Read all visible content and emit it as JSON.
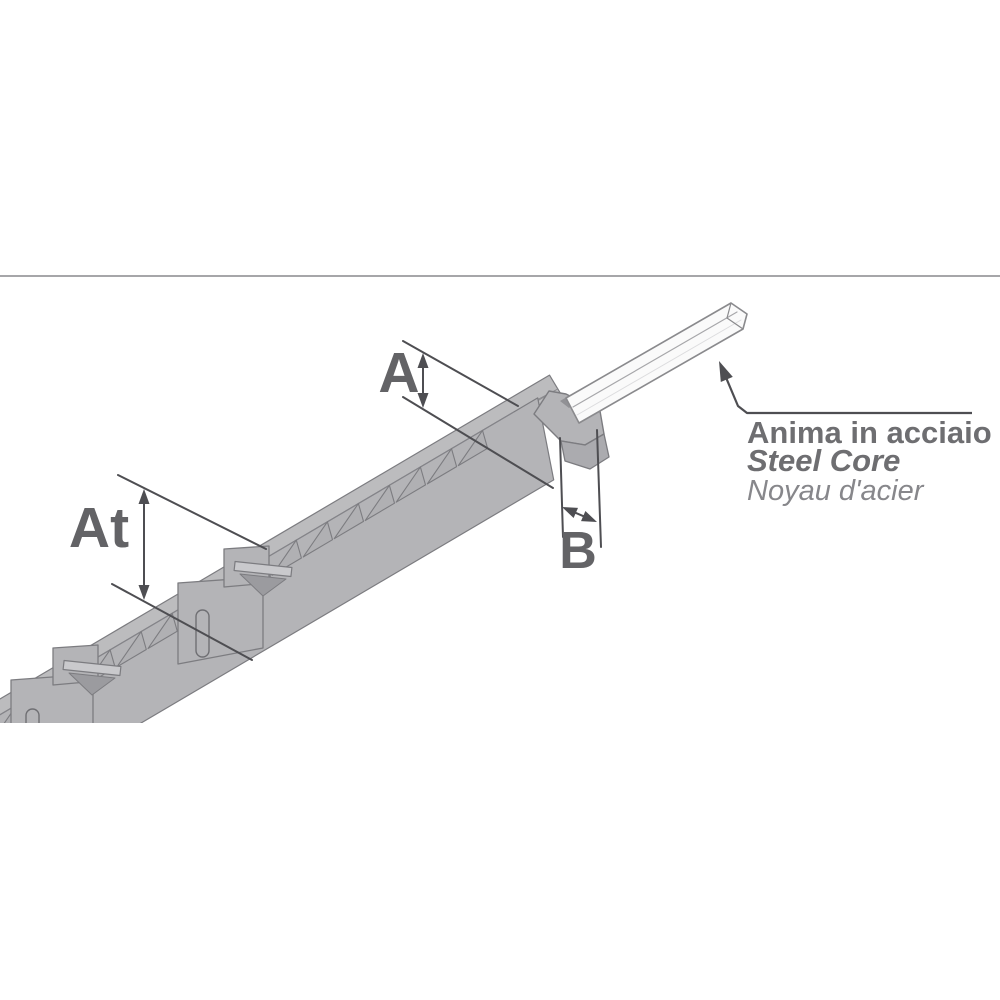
{
  "figure": {
    "type": "technical-drawing",
    "subject": "gear rack with steel core"
  },
  "dimensions": {
    "tooth_height_label": "A",
    "total_height_label": "At",
    "width_label": "B"
  },
  "callout": {
    "title_it": "Anima in acciaio",
    "title_en": "Steel Core",
    "title_fr": "Noyau d'acier"
  },
  "colors": {
    "background": "#ffffff",
    "border_line": "#a6a6a9",
    "rack_fill": "#b4b4b7",
    "rack_fill_light": "#d6d6d8",
    "rack_fill_shadow": "#acacaf",
    "rack_fill_dark": "#9b9b9f",
    "rack_outline": "#7c7c80",
    "flange_fill": "#c9c9cc",
    "steel_fill": "#fafafa",
    "steel_outline": "#8a8a8d",
    "dim_line": "#4e4e52",
    "label_text": "#636366",
    "callout_text": "#6e6e71",
    "callout_text_light": "#87878b"
  }
}
